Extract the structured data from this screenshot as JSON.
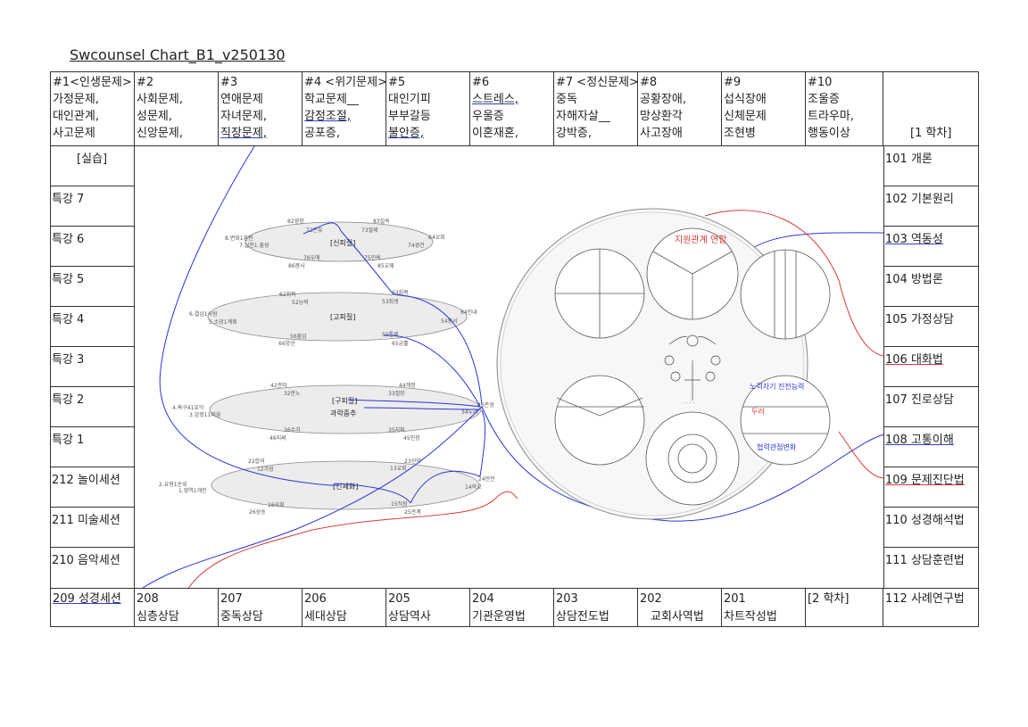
{
  "title": "Swcounsel Chart_B1_v250130",
  "top_columns": [
    {
      "lines": [
        "#1<인생문제>",
        "가정문제,",
        "대인관계,",
        "사고문제"
      ]
    },
    {
      "lines": [
        "#2",
        "사회문제,",
        "성문제,",
        "신앙문제,"
      ]
    },
    {
      "lines": [
        "#3",
        "연애문제",
        "자녀문제,",
        "직장문제,"
      ]
    },
    {
      "lines": [
        "#4 <위기문제>",
        "학교문제__",
        "감정조절,",
        "공포증,"
      ]
    },
    {
      "lines": [
        "#5",
        "대인기피",
        "부부갈등",
        "불안증,"
      ]
    },
    {
      "lines": [
        "#6",
        "스트레스,",
        "우울증",
        "이혼재혼,"
      ]
    },
    {
      "lines": [
        "#7 <정신문제>",
        "중독",
        "자해자살__",
        "강박증,"
      ]
    },
    {
      "lines": [
        "#8",
        "공황장애,",
        "망상환각",
        "사고장애"
      ]
    },
    {
      "lines": [
        "#9",
        "섭식장애",
        "신체문제",
        "조현병"
      ]
    },
    {
      "lines": [
        "#10",
        "조울증",
        "트라우마,",
        "행동이상"
      ]
    },
    {
      "lines": [
        "",
        "",
        "",
        "[1 학차]"
      ]
    }
  ],
  "left_rows": [
    "[실습]",
    "특강 7",
    "특강 6",
    "특강 5",
    "특강 4",
    "특강 3",
    "특강 2",
    "특강 1",
    "212 놀이세션",
    "211 미술세션",
    "210 음악세션"
  ],
  "right_rows": [
    "101 개론",
    "102 기본원리",
    "103 역동성",
    "104 방법론",
    "105 가정상담",
    "106 대화법",
    "107 진로상담",
    "108 고통이해",
    "109 문제진단법",
    "110 성경해석법",
    "111 상담훈련법"
  ],
  "bottom_row": [
    {
      "line1": "209 성경세션",
      "line2": ""
    },
    {
      "line1": "208",
      "line2": "심층상담"
    },
    {
      "line1": "207",
      "line2": "중독상담"
    },
    {
      "line1": "206",
      "line2": "세대상담"
    },
    {
      "line1": "205",
      "line2": "상담역사"
    },
    {
      "line1": "204",
      "line2": "기관운영법"
    },
    {
      "line1": "203",
      "line2": "상담전도법"
    },
    {
      "line1": "202",
      "line2": "교회사역법"
    },
    {
      "line1": "201",
      "line2": "차트작성법"
    },
    {
      "line1": "[2 학차]",
      "line2": ""
    },
    {
      "line1": "112 사례연구법",
      "line2": ""
    }
  ],
  "diagram": {
    "ellipses": [
      {
        "label": "[신피질]",
        "nodes": [
          "82영향",
          "72은유",
          "83설속",
          "73절제",
          "8.변화1훈련",
          "7.실천1.흥성",
          "84교회",
          "74경건",
          "76우애",
          "75인욕",
          "86봉사",
          "85교제"
        ]
      },
      {
        "label": "[고피질]",
        "nodes": [
          "62회피",
          "52능력",
          "63회복",
          "53회생",
          "64인내",
          "54용서",
          "6.결심1사랑",
          "5.소망1계획",
          "56출입",
          "55통제",
          "66양선",
          "65긍휼"
        ]
      },
      {
        "label": "[구피질]",
        "sublabel": "과락중추",
        "nodes": [
          "42관미",
          "32분노",
          "44계정",
          "33절망",
          "45존경",
          "34두려",
          "4.욕구41유익",
          "3.감정11미움",
          "36수치",
          "35지퍼",
          "46지써",
          "45인정"
        ]
      },
      {
        "label": "[신체화]",
        "nodes": [
          "22합의",
          "12가정",
          "23선약",
          "13교회",
          "2.유형1순위",
          "1.영역1개인",
          "24안전",
          "14학교",
          "16사회",
          "15직장",
          "26상송",
          "25관계"
        ]
      }
    ],
    "wheel_notes": [
      "지원관계 연합",
      "노력자기 진전능력",
      "두려",
      "협력관점변화"
    ]
  }
}
